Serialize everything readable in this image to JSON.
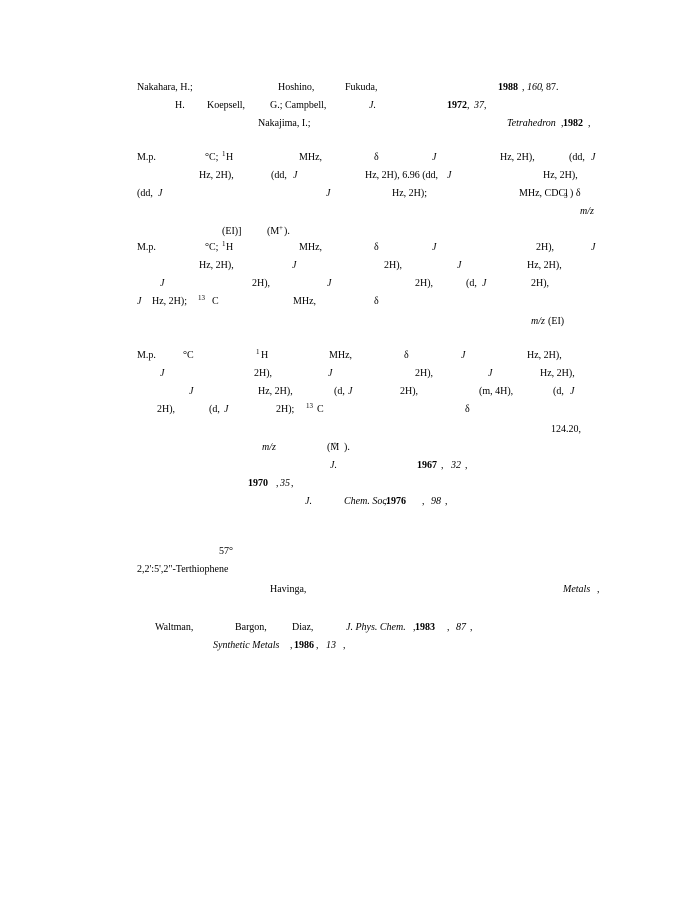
{
  "page": {
    "lines": [
      {
        "fragments": [
          {
            "text": "Nakahara, H.;"
          },
          {
            "text": "Hoshino,"
          },
          {
            "text": "Fukuda,"
          },
          {
            "text": "1988",
            "style": "b"
          },
          {
            "text": ","
          },
          {
            "text": "160",
            "style": "i"
          },
          {
            "text": ", 87."
          }
        ]
      },
      {
        "fragments": [
          {
            "text": "H."
          },
          {
            "text": "Koepsell,"
          },
          {
            "text": "G.; Campbell,"
          },
          {
            "text": "J.",
            "style": "i"
          },
          {
            "text": "1972",
            "style": "b"
          },
          {
            "text": ","
          },
          {
            "text": "37",
            "style": "i"
          },
          {
            "text": ","
          }
        ]
      },
      {
        "fragments": [
          {
            "text": "Nakajima, I.;"
          },
          {
            "text": "Tetrahedron",
            "style": "i"
          },
          {
            "text": ","
          },
          {
            "text": "1982",
            "style": "b"
          },
          {
            "text": ","
          }
        ]
      },
      {
        "fragments": [
          {
            "text": "M.p."
          },
          {
            "text": "°C; "
          },
          {
            "text": "1",
            "style": "sup"
          },
          {
            "text": "H"
          },
          {
            "text": "MHz,"
          },
          {
            "text": "δ"
          },
          {
            "text": "J",
            "style": "i"
          },
          {
            "text": "Hz, 2H),"
          },
          {
            "text": "(dd,"
          },
          {
            "text": "J",
            "style": "i"
          }
        ]
      },
      {
        "fragments": [
          {
            "text": "Hz, 2H),"
          },
          {
            "text": "(dd,"
          },
          {
            "text": "J",
            "style": "i"
          },
          {
            "text": "Hz, 2H), 6.96 (dd,"
          },
          {
            "text": "J",
            "style": "i"
          },
          {
            "text": "Hz, 2H),"
          }
        ]
      },
      {
        "fragments": [
          {
            "text": "(dd,"
          },
          {
            "text": "J",
            "style": "i"
          },
          {
            "text": "J",
            "style": "i"
          },
          {
            "text": "Hz, 2H);"
          },
          {
            "text": "MHz, CDCl"
          },
          {
            "text": "3",
            "style": "sub"
          },
          {
            "text": ") δ"
          }
        ]
      },
      {
        "fragments": [
          {
            "text": "m/z",
            "style": "i"
          }
        ]
      },
      {
        "fragments": [
          {
            "text": "(EI)]"
          },
          {
            "text": "(M"
          },
          {
            "text": "+",
            "style": "sup"
          },
          {
            "text": ")."
          }
        ]
      },
      {
        "fragments": [
          {
            "text": "M.p."
          },
          {
            "text": "°C; "
          },
          {
            "text": "1",
            "style": "sup"
          },
          {
            "text": "H"
          },
          {
            "text": "MHz,"
          },
          {
            "text": "δ"
          },
          {
            "text": "J",
            "style": "i"
          },
          {
            "text": "2H),"
          },
          {
            "text": "J",
            "style": "i"
          }
        ]
      },
      {
        "fragments": [
          {
            "text": "Hz, 2H),"
          },
          {
            "text": "J",
            "style": "i"
          },
          {
            "text": "2H),"
          },
          {
            "text": "J",
            "style": "i"
          },
          {
            "text": "Hz, 2H),"
          }
        ]
      },
      {
        "fragments": [
          {
            "text": "J",
            "style": "i"
          },
          {
            "text": "2H),"
          },
          {
            "text": "J",
            "style": "i"
          },
          {
            "text": "2H),"
          },
          {
            "text": "(d,"
          },
          {
            "text": "J",
            "style": "i"
          },
          {
            "text": "2H),"
          }
        ]
      },
      {
        "fragments": [
          {
            "text": "J",
            "style": "i"
          },
          {
            "text": "Hz, 2H); "
          },
          {
            "text": "13",
            "style": "sup"
          },
          {
            "text": "C"
          },
          {
            "text": "MHz,"
          },
          {
            "text": "δ"
          }
        ]
      },
      {
        "fragments": [
          {
            "text": "m/z",
            "style": "i"
          },
          {
            "text": " (EI)"
          }
        ]
      },
      {
        "fragments": [
          {
            "text": "M.p."
          },
          {
            "text": "°C"
          },
          {
            "text": "1",
            "style": "sup"
          },
          {
            "text": "H"
          },
          {
            "text": "MHz,"
          },
          {
            "text": "δ"
          },
          {
            "text": "J",
            "style": "i"
          },
          {
            "text": "Hz, 2H),"
          }
        ]
      },
      {
        "fragments": [
          {
            "text": "J",
            "style": "i"
          },
          {
            "text": "2H),"
          },
          {
            "text": "J",
            "style": "i"
          },
          {
            "text": "2H),"
          },
          {
            "text": "J",
            "style": "i"
          },
          {
            "text": "Hz, 2H),"
          }
        ]
      },
      {
        "fragments": [
          {
            "text": "J",
            "style": "i"
          },
          {
            "text": "Hz, 2H),"
          },
          {
            "text": "(d,"
          },
          {
            "text": "J",
            "style": "i"
          },
          {
            "text": "2H),"
          },
          {
            "text": "(m, 4H),"
          },
          {
            "text": "(d,"
          },
          {
            "text": "J",
            "style": "i"
          }
        ]
      },
      {
        "fragments": [
          {
            "text": "2H),"
          },
          {
            "text": "(d,"
          },
          {
            "text": "J",
            "style": "i"
          },
          {
            "text": "2H); "
          },
          {
            "text": "13",
            "style": "sup"
          },
          {
            "text": "C"
          },
          {
            "text": "δ"
          }
        ]
      },
      {
        "fragments": [
          {
            "text": "124.20,"
          }
        ]
      },
      {
        "fragments": [
          {
            "text": "m/z",
            "style": "i"
          },
          {
            "text": "(M"
          },
          {
            "text": "+",
            "style": "sup"
          },
          {
            "text": ")."
          }
        ]
      },
      {
        "fragments": [
          {
            "text": "J.",
            "style": "i"
          },
          {
            "text": "1967",
            "style": "b"
          },
          {
            "text": ","
          },
          {
            "text": "32",
            "style": "i"
          },
          {
            "text": ","
          }
        ]
      },
      {
        "fragments": [
          {
            "text": "1970",
            "style": "b"
          },
          {
            "text": ","
          },
          {
            "text": "35",
            "style": "i"
          },
          {
            "text": ","
          }
        ]
      },
      {
        "fragments": [
          {
            "text": "J.",
            "style": "i"
          },
          {
            "text": "Chem. Soc.",
            "style": "i"
          },
          {
            "text": ","
          },
          {
            "text": "1976",
            "style": "b"
          },
          {
            "text": ","
          },
          {
            "text": "98",
            "style": "i"
          },
          {
            "text": ","
          }
        ]
      },
      {
        "fragments": [
          {
            "text": "57°"
          }
        ]
      },
      {
        "fragments": [
          {
            "text": "2,2':5',2\"-Terthiophene"
          }
        ]
      },
      {
        "fragments": [
          {
            "text": "Havinga,"
          },
          {
            "text": "Metals",
            "style": "i"
          },
          {
            "text": ","
          }
        ]
      },
      {
        "fragments": [
          {
            "text": "Waltman,"
          },
          {
            "text": "Bargon,"
          },
          {
            "text": "Diaz,"
          },
          {
            "text": "J. Phys. Chem.",
            "style": "i"
          },
          {
            "text": ","
          },
          {
            "text": "1983",
            "style": "b"
          },
          {
            "text": ","
          },
          {
            "text": "87",
            "style": "i"
          },
          {
            "text": ","
          }
        ]
      },
      {
        "fragments": [
          {
            "text": "Synthetic Metals",
            "style": "i"
          },
          {
            "text": ","
          },
          {
            "text": "1986",
            "style": "b"
          },
          {
            "text": ","
          },
          {
            "text": "13",
            "style": "i"
          },
          {
            "text": ","
          }
        ]
      }
    ]
  }
}
